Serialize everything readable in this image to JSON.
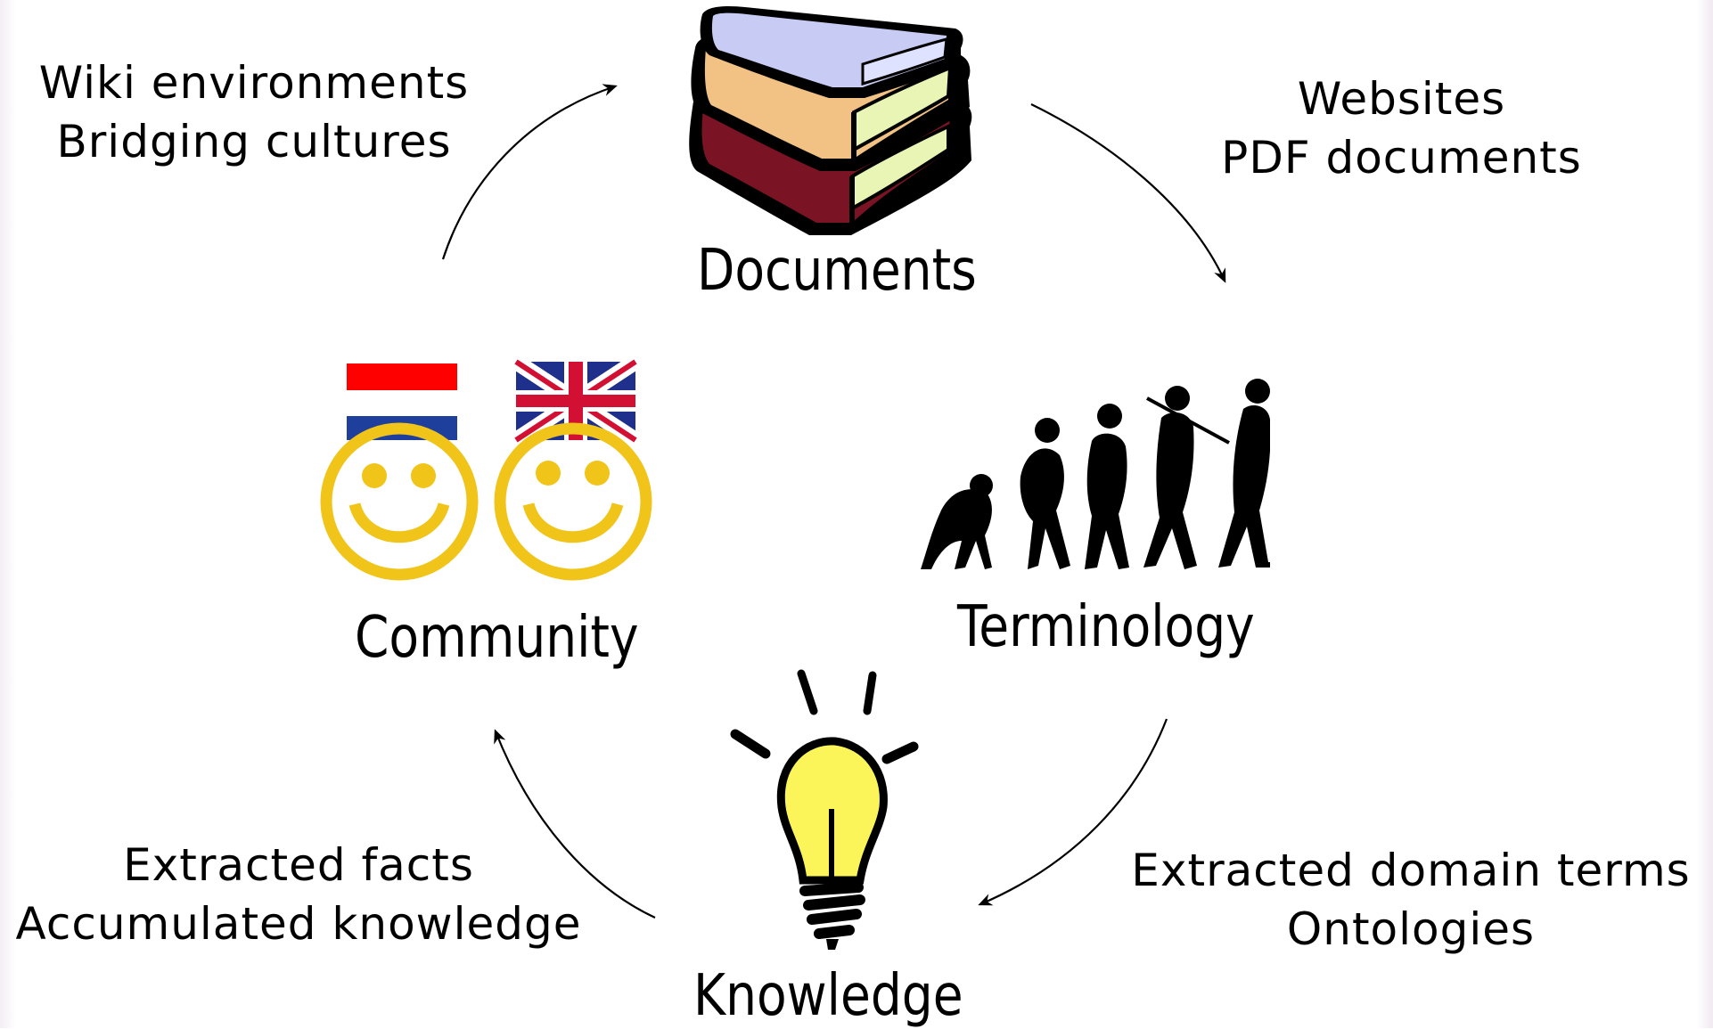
{
  "nodes": {
    "documents": {
      "label": "Documents"
    },
    "terminology": {
      "label": "Terminology"
    },
    "knowledge": {
      "label": "Knowledge"
    },
    "community": {
      "label": "Community"
    }
  },
  "edges": {
    "community_to_documents": {
      "lines": [
        "Wiki environments",
        "Bridging cultures"
      ]
    },
    "documents_to_terminology": {
      "lines": [
        "Websites",
        "PDF documents"
      ]
    },
    "terminology_to_knowledge": {
      "lines": [
        "Extracted domain terms",
        "Ontologies"
      ]
    },
    "knowledge_to_community": {
      "lines": [
        "Extracted facts",
        "Accumulated knowledge"
      ]
    }
  },
  "icons": {
    "documents": "stack-of-books-icon",
    "terminology": "evolution-of-man-icon",
    "knowledge": "light-bulb-icon",
    "community": [
      "smiley-with-dutch-flag-icon",
      "smiley-with-uk-flag-icon"
    ]
  },
  "colors": {
    "smiley": "#f0c419",
    "bulb": "#fbf55a",
    "dutch_red": "#ff0000",
    "dutch_blue": "#1f3f9c",
    "uk_blue": "#1f2f8c",
    "uk_red": "#d21034",
    "book_red": "#7a1424",
    "book_orange": "#f2c184",
    "book_lavender": "#c8ccf4",
    "page_green": "#e8f5b4"
  }
}
